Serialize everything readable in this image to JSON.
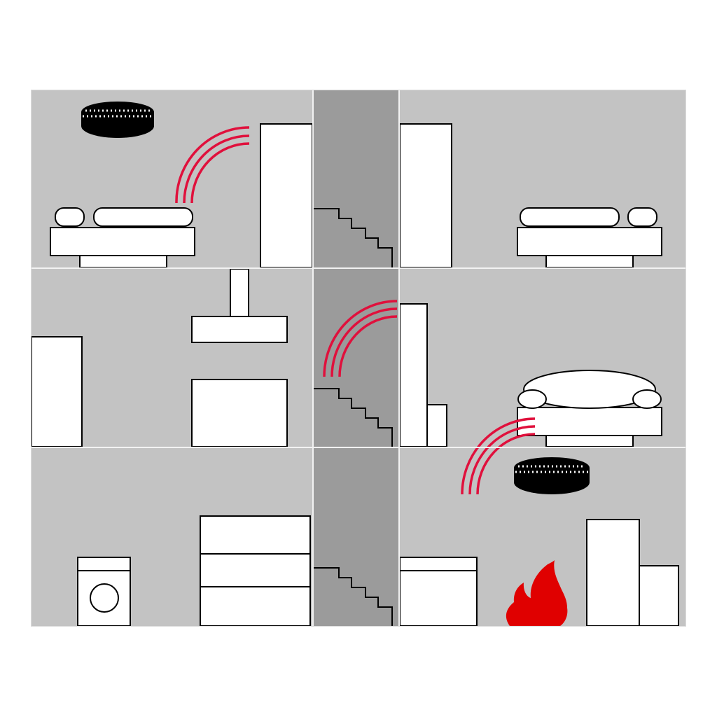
{
  "colors": {
    "background": "#ffffff",
    "room": "#c3c3c3",
    "stairwell": "#9b9b9b",
    "divider": "#f2f2f2",
    "furniture_fill": "#ffffff",
    "outline": "#000000",
    "signal": "#e0103c",
    "fire": "#e00000",
    "detector_body": "#000000"
  },
  "icons": {
    "detector": "smoke-detector-icon",
    "signal": "wireless-signal-icon",
    "fire": "fire-icon",
    "stairs": "stairs-icon"
  },
  "floors": [
    {
      "level": "upper",
      "rooms": [
        "bedroom",
        "stairwell",
        "bedroom"
      ]
    },
    {
      "level": "middle",
      "rooms": [
        "kitchen",
        "stairwell",
        "living-room"
      ]
    },
    {
      "level": "ground",
      "rooms": [
        "laundry",
        "stairwell",
        "storage"
      ]
    }
  ],
  "smoke_detectors": 2,
  "fire_present": true
}
